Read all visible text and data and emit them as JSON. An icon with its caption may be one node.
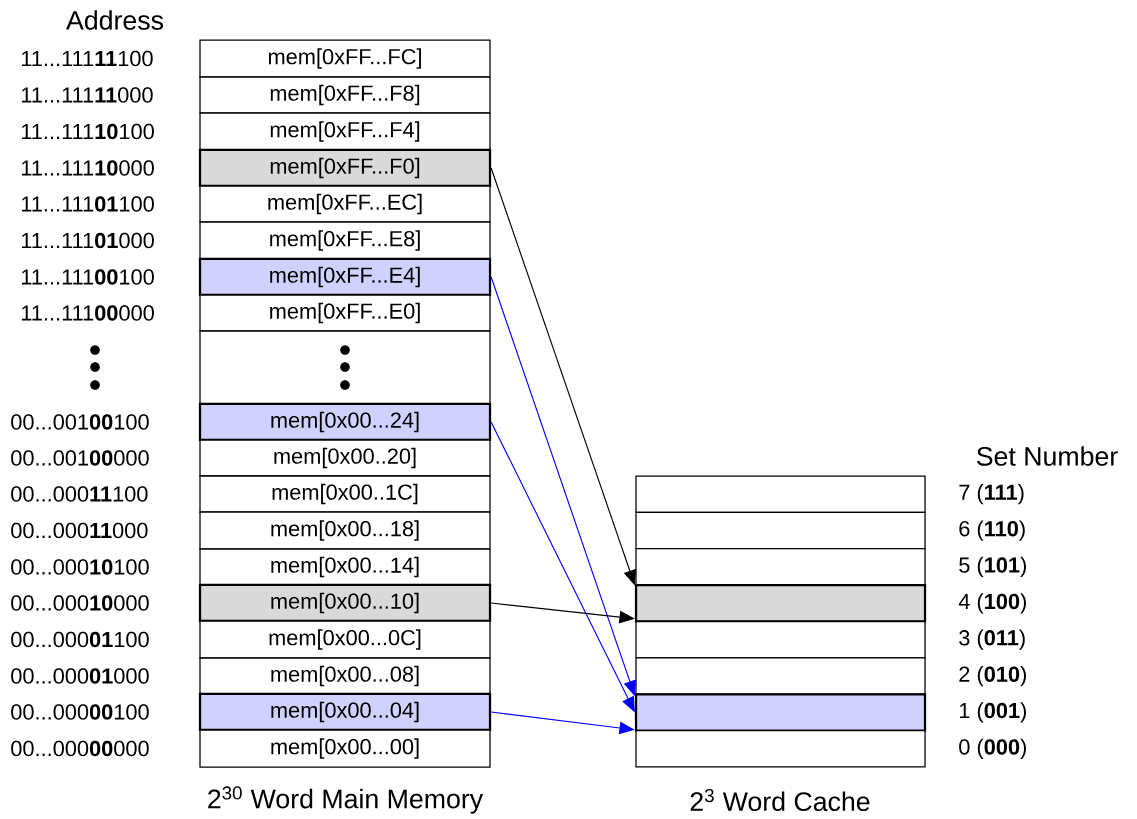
{
  "diagram": {
    "nodes": [
      {
        "text": [
          "mem[0xFF...FC]"
        ],
        "beside": [
          "11...111**11**100"
        ]
      },
      {
        "text": [
          "mem[0xFF...F8]"
        ],
        "beside": [
          "11...111**11**000"
        ]
      },
      {
        "text": [
          "mem[0xFF...F4]"
        ],
        "beside": [
          "11...111**10**100"
        ]
      },
      {
        "text": [
          "mem[0xFF...F0]"
        ],
        "beside": [
          "11...111**10**000"
        ]
      },
      {
        "text": [
          "mem[0xFF...EC]"
        ],
        "beside": [
          "11...111**01**100"
        ]
      },
      {
        "text": [
          "mem[0xFF...E8]"
        ],
        "beside": [
          "11...111**01**000"
        ]
      },
      {
        "text": [
          "mem[0xFF...E4]"
        ],
        "beside": [
          "11...111**00**100"
        ]
      },
      {
        "text": [
          "mem[0xFF...E0]"
        ],
        "beside": [
          "11...111**00**000"
        ]
      },
      {
        "text": [],
        "shape": "box"
      },
      {
        "text": [
          "mem[0x00...24]"
        ],
        "beside": [
          "00...001**00**100"
        ]
      },
      {
        "text": [
          "mem[0x00..20]"
        ],
        "beside": [
          "00...001**00**000"
        ]
      },
      {
        "text": [
          "mem[0x00..1C]"
        ],
        "beside": [
          "00...000**11**100"
        ]
      },
      {
        "text": [
          "mem[0x00...18]"
        ],
        "beside": [
          "00...000**11**000"
        ]
      },
      {
        "text": [
          "mem[0x00...14]"
        ],
        "beside": [
          "00...000**10**100"
        ]
      },
      {
        "text": [
          "mem[0x00...10]"
        ],
        "beside": [
          "00...000**10**000"
        ]
      },
      {
        "text": [
          "mem[0x00...0C]"
        ],
        "beside": [
          "00...000**01**100"
        ]
      },
      {
        "text": [
          "mem[0x00...08]"
        ],
        "beside": [
          "00...000**01**000"
        ]
      },
      {
        "text": [
          "mem[0x00...04]"
        ],
        "beside": [
          "00...000**00**100"
        ]
      },
      {
        "text": [
          "mem[0x00...00]"
        ],
        "beside": [
          "00...000**00**000"
        ]
      },
      {
        "text": [],
        "shape": "box",
        "beside": [
          "7 (**111**)"
        ]
      },
      {
        "text": [],
        "shape": "box",
        "beside": [
          "6 (**110**)"
        ]
      },
      {
        "text": [],
        "shape": "box",
        "beside": [
          "5 (**101**)"
        ]
      },
      {
        "text": [],
        "shape": "box",
        "beside": [
          "4 (**100**)"
        ]
      },
      {
        "text": [],
        "shape": "box",
        "beside": [
          "3 (**011**)"
        ]
      },
      {
        "text": [],
        "shape": "box",
        "beside": [
          "2 (**010**)"
        ]
      },
      {
        "text": [],
        "shape": "box",
        "beside": [
          "1 (**001**)"
        ]
      },
      {
        "text": [],
        "shape": "box",
        "beside": [
          "0 (**000**)"
        ]
      }
    ],
    "edges": [
      {
        "from": 3,
        "to": 22,
        "arrow": "to",
        "color": "#000000"
      },
      {
        "from": 6,
        "to": 25,
        "arrow": "to",
        "color": "#0000ff"
      },
      {
        "from": 9,
        "to": 25,
        "arrow": "to",
        "color": "#0000ff"
      },
      {
        "from": 14,
        "to": 22,
        "arrow": "to",
        "color": "#000000"
      },
      {
        "from": 17,
        "to": 25,
        "arrow": "to",
        "color": "#0000ff"
      }
    ],
    "labels": [
      "Address",
      "Set Number",
      "2$^{30}$ Word Main Memory",
      "2$^{3}$ Word Cache"
    ]
  }
}
